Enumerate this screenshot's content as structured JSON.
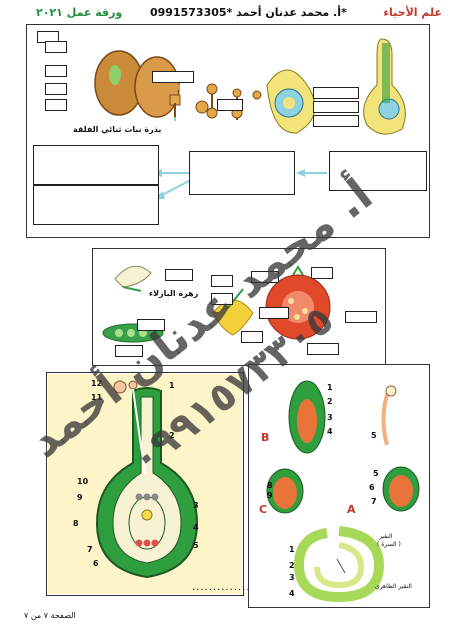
{
  "header": {
    "subject": "علم الأحياء",
    "teacher": "أ. محمد عدنان أحمد *0991573305*",
    "worksheet": "ورقة عمل ٢٠٢١"
  },
  "panel_top": {
    "caption": "بذرة نبات ثنائي الفلقة"
  },
  "panel_mid": {
    "caption": "زهرة البازلاء"
  },
  "panel_left": {
    "labels": [
      "1",
      "2",
      "3",
      "4",
      "5",
      "6",
      "7",
      "8",
      "9",
      "10",
      "11",
      "12"
    ],
    "dots": "................"
  },
  "panel_right": {
    "letters": {
      "a": "A",
      "b": "B",
      "c": "C"
    },
    "labels_b": [
      "1",
      "2",
      "3",
      "4"
    ],
    "label_5": "5",
    "labels_c": [
      "8",
      "9"
    ],
    "labels_a": [
      "5",
      "6",
      "7"
    ],
    "ovule_caption_top": "النقير",
    "ovule_caption_top2": "( السرة )",
    "ovule_caption_bottom": "النقير الظاهري",
    "ovule_nums": [
      "1",
      "2",
      "3",
      "4"
    ]
  },
  "watermark": {
    "line1": "أ. محمد عدنان أحمد",
    "line2": "٠٩٩١٥٧٣٣٠٥"
  },
  "footer": {
    "page": "الصفحة ٧ من ٧"
  },
  "colors": {
    "subject": "#c0392b",
    "worksheet": "#1e8e3e",
    "watermark": "#3a3a3a",
    "arrow": "#8ed1e0",
    "green": "#2e9e3e",
    "seed": "#c98a3a"
  }
}
